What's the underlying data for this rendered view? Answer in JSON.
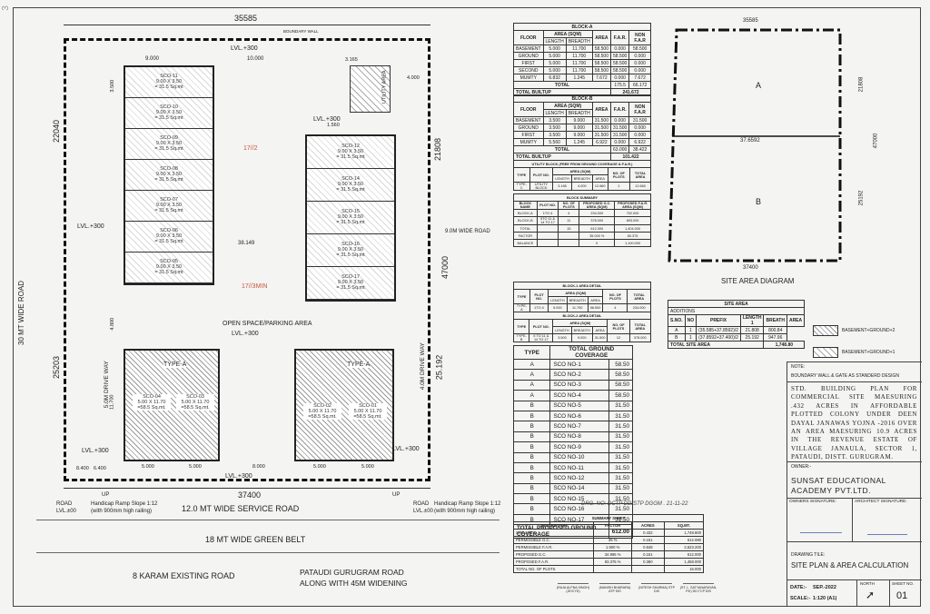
{
  "plot": {
    "top_dim": "35585",
    "boundary_label": "BOUNDARY WALL",
    "left_dim": "22040",
    "left_dim2": "25203",
    "right_dim1": "21808",
    "right_dim2": "25.192",
    "mid_dim": "47000",
    "bottom_dim": "37400",
    "diag_dim": "38.149",
    "lvl300": "LVL.+300",
    "lvl_top": "LVL.+300",
    "lvl_left": "LVL.+300",
    "lvl_center": "LVL.+300",
    "lvl_mid": "LVL.+300",
    "lvl_bl": "LVL.+300",
    "lvl_br": "LVL.+300",
    "lvl_bottom": "LVL.+300",
    "road_left": "30 MT WIDE ROAD",
    "road_right": "9.0M WIDE ROAD",
    "drive_left": "5.0M DRIVE WAY",
    "drive_right": "4.0M DRIVE WAY",
    "open_space": "OPEN SPACE/PARKING AREA",
    "mark1": "17//2",
    "mark2": "17//3MIN",
    "utility": "UTILITY AREA",
    "util_dim": "3.165",
    "util_dim2": "4.000",
    "util_dim3": "1.560",
    "dim_9000": "9.000",
    "dim_10000": "10.000",
    "dim_3500": "3.500",
    "dim_4800": "4.800",
    "dim_11700": "11.700",
    "dim_5000": "5.000",
    "dim_8000": "8.000",
    "dim_8400": "8.400",
    "dim_6400": "6.400",
    "road_small": "ROAD",
    "lvl_zero": "LVL.±00",
    "up": "UP",
    "ramp": "Handicap Ramp Slope 1:12",
    "ramp2": "(with 900mm high railing)",
    "road_service": "12.0 MT WIDE SERVICE ROAD",
    "green_belt": "18 MT WIDE GREEN BELT",
    "existing": "8 KARAM EXISTING ROAD",
    "pataudi1": "PATAUDI GURUGRAM ROAD",
    "pataudi2": "ALONG WITH 45M WIDENING",
    "type_a": "TYPE-A",
    "left_shops": [
      {
        "name": "SCO-11",
        "size": "9.00 X 3.50",
        "area": "= 31.5 Sq.mt"
      },
      {
        "name": "SCO-10",
        "size": "9.00 X 3.50",
        "area": "= 31.5 Sq.mt"
      },
      {
        "name": "SCO-09",
        "size": "9.00 X 3.50",
        "area": "= 31.5 Sq.mt"
      },
      {
        "name": "SCO-08",
        "size": "9.00 X 3.50",
        "area": "= 31.5 Sq.mt"
      },
      {
        "name": "SCO-07",
        "size": "9.00 X 3.50",
        "area": "= 31.5 Sq.mt"
      },
      {
        "name": "SCO-06",
        "size": "9.00 X 3.50",
        "area": "= 31.5 Sq.mt"
      },
      {
        "name": "SCO-05",
        "size": "9.00 X 3.50",
        "area": "= 31.5 Sq.mt"
      }
    ],
    "right_shops": [
      {
        "name": "SCO-12",
        "size": "9.00 X 3.50",
        "area": "= 31.5 Sq.mt"
      },
      {
        "name": "SCO-14",
        "size": "9.00 X 3.50",
        "area": "= 31.5 Sq.mt"
      },
      {
        "name": "SCO-15",
        "size": "9.00 X 3.50",
        "area": "= 31.5 Sq.mt"
      },
      {
        "name": "SCO-16",
        "size": "9.00 X 3.50",
        "area": "= 31.5 Sq.mt"
      },
      {
        "name": "SCO-17",
        "size": "9.00 X 3.50",
        "area": "= 31.5 Sq.mt"
      }
    ],
    "a_shops": [
      {
        "name": "SCO-04",
        "size": "5.00 X 11.70",
        "area": "=58.5 Sq.mt."
      },
      {
        "name": "SCO-03",
        "size": "5.00 X 11.70",
        "area": "=58.5 Sq.mt."
      },
      {
        "name": "SCO-02",
        "size": "5.00 X 11.70",
        "area": "=58.5 Sq.mt."
      },
      {
        "name": "SCO-01",
        "size": "5.00 X 11.70",
        "area": "=58.5 Sq.mt."
      }
    ]
  },
  "block_a": {
    "title": "BLOCK-A",
    "h": [
      "FLOOR",
      "AREA (SQM)",
      "AREA",
      "F.A.R.",
      "NON F.A.R"
    ],
    "sub": [
      "LENGTH",
      "BREADTH"
    ],
    "rows": [
      [
        "BASEMENT",
        "5.000",
        "11.700",
        "58.500",
        "0.000",
        "58.500"
      ],
      [
        "GROUND",
        "5.000",
        "11.700",
        "58.500",
        "58.500",
        "0.000"
      ],
      [
        "FIRST",
        "5.000",
        "11.700",
        "58.500",
        "58.500",
        "0.000"
      ],
      [
        "SECOND",
        "5.000",
        "11.700",
        "58.500",
        "58.500",
        "0.000"
      ],
      [
        "MUMTY",
        "6.832",
        "1.245",
        "7.672",
        "0.000",
        "7.672"
      ]
    ],
    "total": [
      "TOTAL",
      "",
      "",
      "175.5",
      "66.172"
    ],
    "built": [
      "TOTAL BUILTUP",
      "241.672"
    ]
  },
  "block_b": {
    "title": "BLOCK-B",
    "h": [
      "FLOOR",
      "AREA (SQM)",
      "AREA",
      "F.A.R.",
      "NON F.A.R"
    ],
    "sub": [
      "LENGTH",
      "BREADTH"
    ],
    "rows": [
      [
        "BASEMENT",
        "3.500",
        "9.000",
        "31.500",
        "0.000",
        "31.500"
      ],
      [
        "GROUND",
        "3.500",
        "9.000",
        "31.500",
        "31.500",
        "0.000"
      ],
      [
        "FIRST",
        "3.500",
        "9.000",
        "31.500",
        "31.500",
        "0.000"
      ],
      [
        "MUMTY",
        "5.560",
        "1.245",
        "6.922",
        "0.000",
        "6.922"
      ]
    ],
    "total": [
      "TOTAL",
      "",
      "",
      "63.000",
      "38.422"
    ],
    "built": [
      "TOTAL BUILTUP",
      "101.422"
    ]
  },
  "utility_block": {
    "title": "UTILITY BLOCK (FREE FROM GROUND COVERAGE & F.A.R.)",
    "h": [
      "TYPE",
      "PLOT NO.",
      "AREA (SQM)",
      "",
      "NO. OF PLOTS",
      "TOTAL AREA"
    ],
    "sub": [
      "LENGTH",
      "BREADTH",
      "AREA"
    ],
    "row": [
      "TYPE-C",
      "UTILITY BLOCK",
      "3.165",
      "4.000",
      "12.660",
      "1",
      "12.660"
    ]
  },
  "block_summary": {
    "title": "BLOCK SUMMARY",
    "h": [
      "BLOCK NAME",
      "PLOT NO.",
      "NO. OF PLOTS",
      "PROPOSED G.C. AREA (SQM)",
      "PROPOSED F.A.R. AREA (SQM)"
    ],
    "rows": [
      [
        "BLOCK-A",
        "1TO 4",
        "4",
        "234.000",
        "702.000"
      ],
      [
        "BLOCK-B",
        "5TO 11 & 14 TO 17",
        "11",
        "378.000",
        "693.000"
      ],
      [
        "TOTAL",
        "",
        "15",
        "612.000",
        "1,404.000"
      ],
      [
        "FACTOR",
        "",
        "",
        "35.000 %",
        "80.375"
      ],
      [
        "BALANCE",
        "",
        "",
        "0",
        "1,100.000"
      ]
    ]
  },
  "block1_detail": {
    "title": "BLOCK-1 AREA DETAIL",
    "h": [
      "TYPE",
      "PLOT NO.",
      "AREA (SQM)",
      "",
      "NO. OF PLOTS",
      "TOTAL AREA"
    ],
    "sub": [
      "LENGTH",
      "BREADTH",
      "AREA"
    ],
    "row": [
      "TYPE-A",
      "1TO 4",
      "5.000",
      "11.700",
      "58.500",
      "4",
      "234.000"
    ]
  },
  "block2_detail": {
    "title": "BLOCK-2 AREA DETAIL",
    "h": [
      "TYPE",
      "PLOT NO.",
      "AREA (SQM)",
      "",
      "NO. OF PLOTS",
      "TOTAL AREA"
    ],
    "sub": [
      "LENGTH",
      "BREADTH",
      "AREA"
    ],
    "row": [
      "TYPE-B",
      "5 TO 11 & 14 TO 17",
      "3.500",
      "9.000",
      "31.500",
      "12",
      "378.000"
    ]
  },
  "coverage": {
    "h": [
      "TYPE",
      "TOTAL GROUND COVERAGE"
    ],
    "rows": [
      [
        "A",
        "SCO NO-1",
        "58.50"
      ],
      [
        "A",
        "SCO NO-2",
        "58.50"
      ],
      [
        "A",
        "SCO NO-3",
        "58.50"
      ],
      [
        "A",
        "SCO NO-4",
        "58.50"
      ],
      [
        "B",
        "SCO NO-5",
        "31.50"
      ],
      [
        "B",
        "SCO NO-6",
        "31.50"
      ],
      [
        "B",
        "SCO NO-7",
        "31.50"
      ],
      [
        "B",
        "SCO NO-8",
        "31.50"
      ],
      [
        "B",
        "SCO NO-9",
        "31.50"
      ],
      [
        "B",
        "SCO NO-10",
        "31.50"
      ],
      [
        "B",
        "SCO NO-11",
        "31.50"
      ],
      [
        "B",
        "SCO NO-12",
        "31.50"
      ],
      [
        "B",
        "SCO NO-14",
        "31.50"
      ],
      [
        "B",
        "SCO NO-15",
        "31.50"
      ],
      [
        "B",
        "SCO NO-16",
        "31.50"
      ],
      [
        "B",
        "SCO NO-17",
        "31.50"
      ]
    ],
    "total": [
      "TOTAL PROPOSED GROUND COVERAGE",
      "612.00"
    ]
  },
  "summary": {
    "title": "SUMMARY SHEET",
    "h": [
      "DESCRIPTION",
      "FACTOR",
      "ACRES",
      "SQ.MT."
    ],
    "rows": [
      [
        "SITE AREA",
        "",
        "0.432",
        "1,748.800"
      ],
      [
        "PERMISSIBLE G.C.",
        "35 %",
        "0.151",
        "612.080"
      ],
      [
        "PERMISSIBLE F.A.R.",
        "1.500 %",
        "0.648",
        "2,623.200"
      ],
      [
        "PROPOSED G.C.",
        "34.995 %",
        "0.151",
        "612.000"
      ],
      [
        "PROPOSED F.A.R.",
        "83.375 %",
        "0.360",
        "1,458.000"
      ],
      [
        "TOTAL NO. OF PLOTS",
        "",
        "",
        "16.000"
      ]
    ]
  },
  "handwriting": "DRG. NO: DCTP DD/STP DGGM . 21-11-22",
  "sigs": [
    "(RAJA ALPNA SINGH) (JE/CYD)",
    "(MANISH BHARARA) ATP DIS",
    "(NITESH SHARMA) STP DIS",
    "(ST. L. SATYANARAYAN, P.E) DD.TCP DIS"
  ],
  "site_diagram": {
    "top": "35585",
    "a": "A",
    "b": "B",
    "mid": "37.6592",
    "bottom": "37400",
    "r1": "21808",
    "r2": "25192",
    "r3": "47000",
    "title": "SITE AREA DIAGRAM"
  },
  "site_area": {
    "title": "SITE AREA",
    "add": "ADDITIONS",
    "h": [
      "S.NO.",
      "NO",
      "PREFIX",
      "LENGTH 1",
      "BREATH",
      "AREA"
    ],
    "rows": [
      [
        "A",
        "1",
        "(35.585+37.8592)/2",
        "21.808",
        "800.84"
      ],
      [
        "B",
        "1",
        "(37.8592+37.400)/2",
        "25.192",
        "947.96"
      ]
    ],
    "total": [
      "TOTAL SITE AREA",
      "1,748.80"
    ]
  },
  "legend": [
    {
      "label": "BASEMENT+GROUND+2"
    },
    {
      "label": "BASEMENT+GROUND+1"
    }
  ],
  "note_title": "NOTE:",
  "note_boundary": "BOUNDARY WALL & GATE AS STANDERD DESIGN",
  "description": "STD. BUILDING PLAN FOR COMMERCIAL SITE MAESURING .432 ACRES IN AFFORDABLE PLOTTED COLONY UNDER DEEN DAYAL JANAWAS YOJNA -2016 OVER AN AREA MAESURING 10.9 ACRES IN THE REVENUE ESTATE OF VILLAGE JANAULA, SECTOR 1, PATAUDI, DISTT. GURUGRAM.",
  "owner_label": "OWNER:-",
  "owner": "SUNSAT EDUCATIONAL ACADEMY PVT.LTD.",
  "owner_sig": "OWNERS SIGNATURE:",
  "arch_sig": "ARCHITECT SIGNATURE:",
  "drawing_title_label": "DRAWING TILE:",
  "drawing_title": "SITE PLAN & AREA CALCULATION",
  "date_label": "DATE:-",
  "date": "SEP.-2022",
  "north": "NORTH",
  "scale_label": "SCALE:-",
  "scale": "1:120 (A1)",
  "sheet_label": "SHEET NO.",
  "sheet": "01"
}
